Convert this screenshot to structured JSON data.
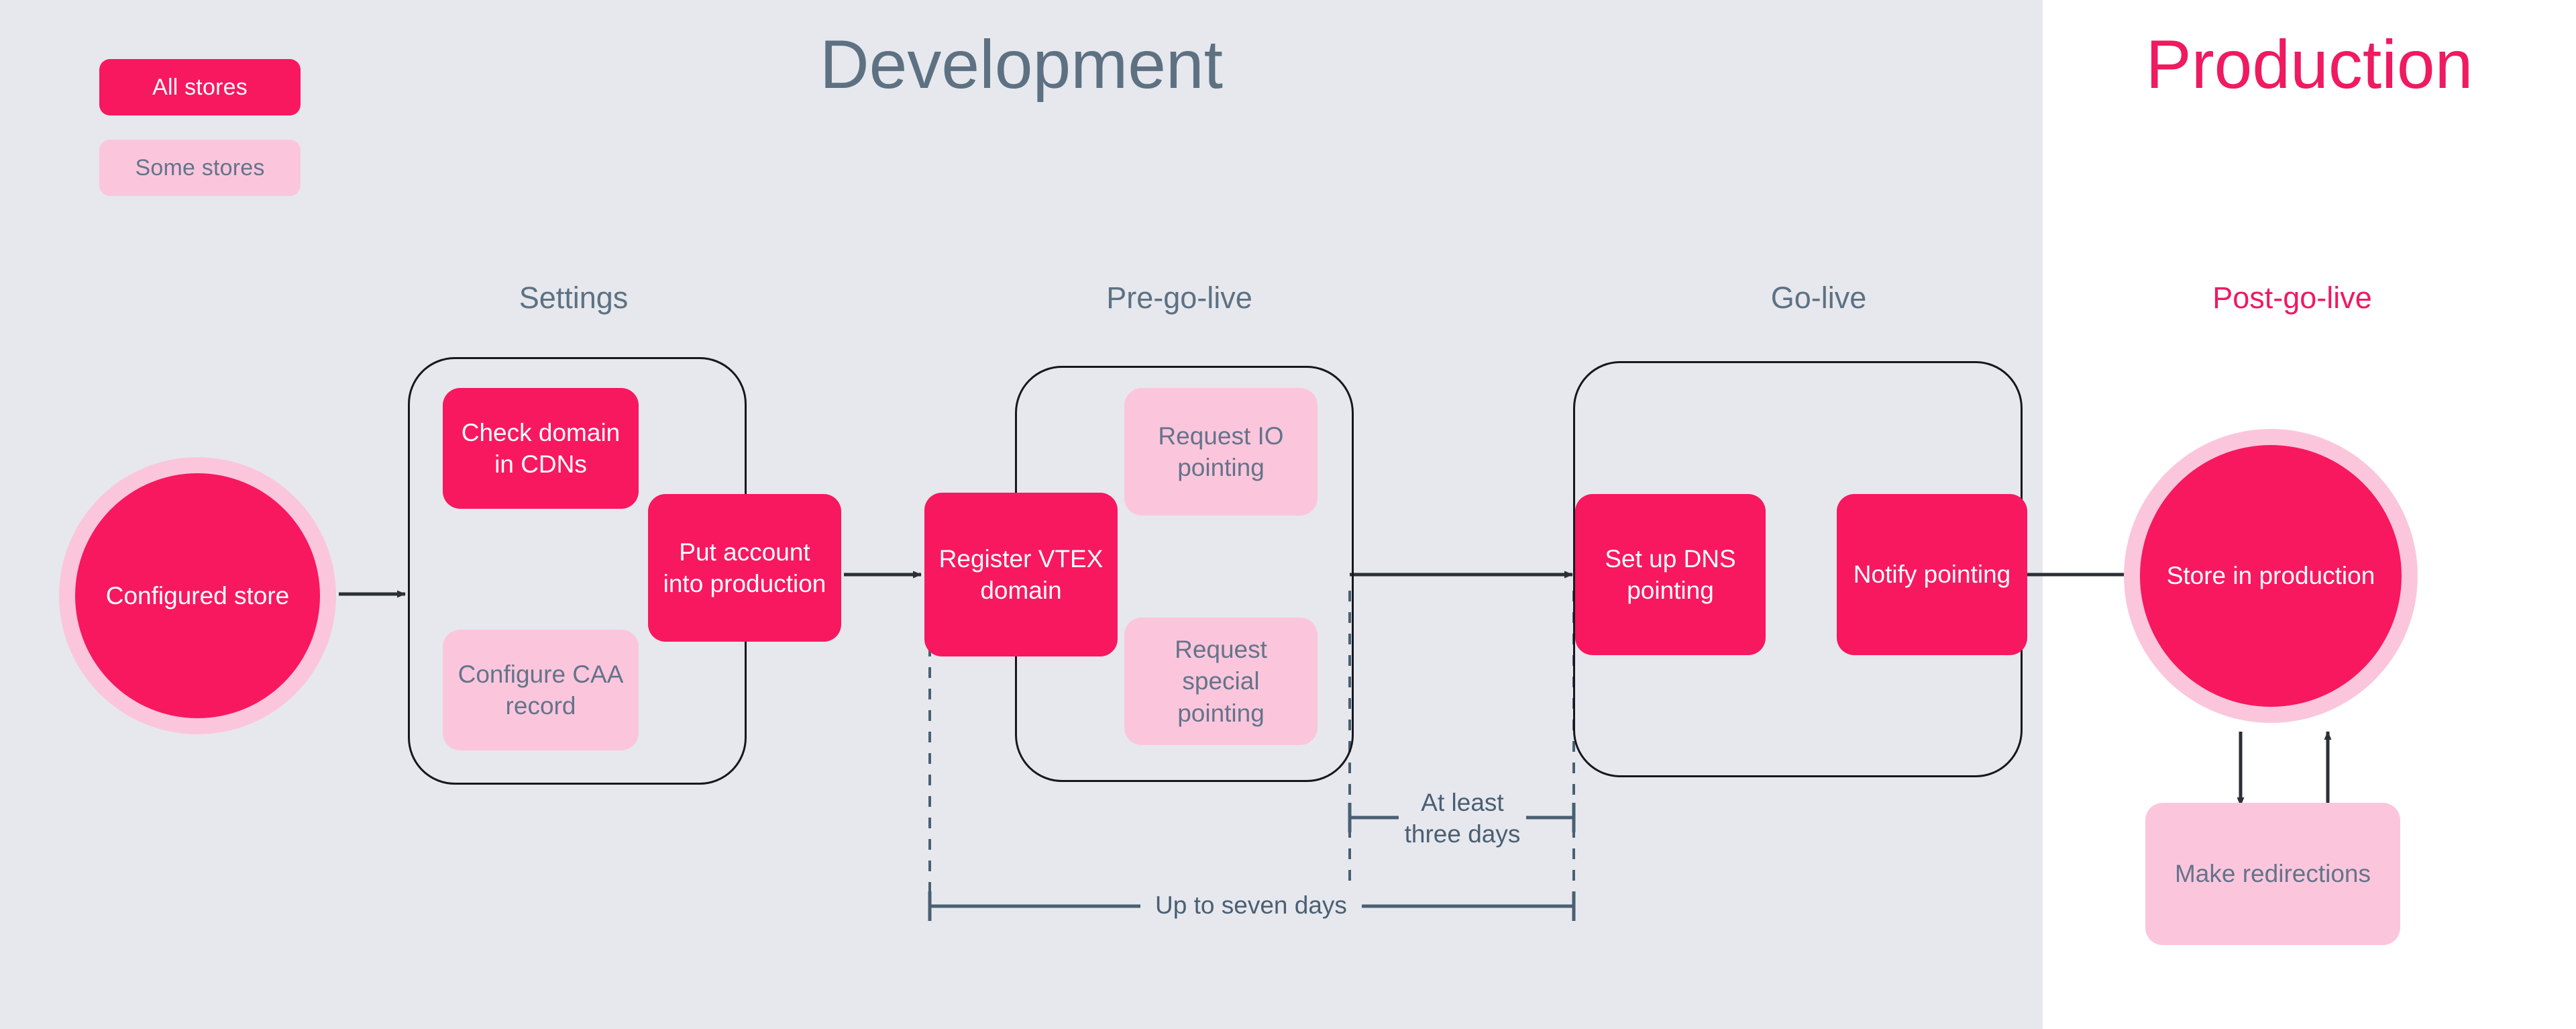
{
  "legend": {
    "all_stores": "All stores",
    "some_stores": "Some stores"
  },
  "phases": {
    "development": "Development",
    "production": "Production"
  },
  "stages": [
    {
      "label": "Settings"
    },
    {
      "label": "Pre-go-live"
    },
    {
      "label": "Go-live"
    },
    {
      "label": "Post-go-live"
    }
  ],
  "nodes": {
    "configured_store": "Configured store",
    "check_domain_cdns": "Check domain in CDNs",
    "configure_caa": "Configure CAA record",
    "put_account_production": "Put account into production",
    "register_vtex_domain": "Register VTEX domain",
    "request_io_pointing": "Request IO pointing",
    "request_special_pointing": "Request special pointing",
    "setup_dns_pointing": "Set up DNS pointing",
    "notify_pointing": "Notify pointing",
    "store_in_production": "Store in production",
    "make_redirections": "Make redirections"
  },
  "durations": {
    "at_least_three_days": "At least\nthree days",
    "up_to_seven_days": "Up to seven days"
  },
  "colors": {
    "primary_pink": "#f7185f",
    "light_pink": "#fbc6dc",
    "slate_text": "#5d7183",
    "dev_background": "#e6e8ed",
    "prod_background": "#ffffff",
    "outline": "#16181d",
    "dimension_line": "#4a5f73"
  }
}
